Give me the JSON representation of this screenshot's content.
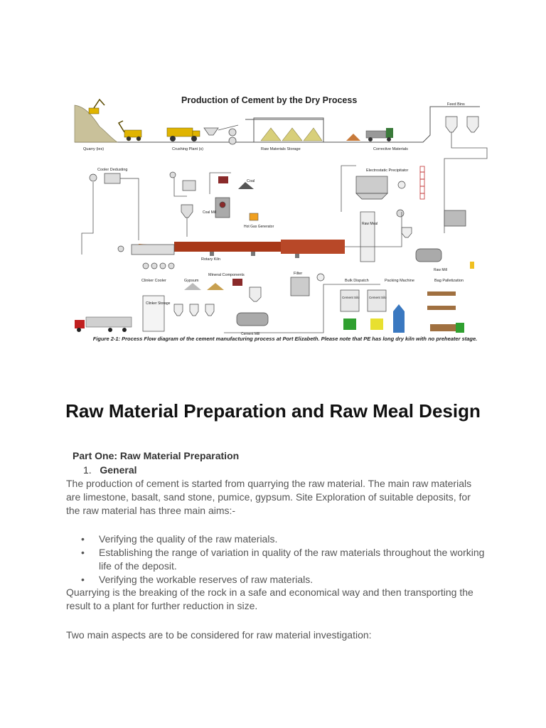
{
  "figure": {
    "title": "Production of Cement by the Dry Process",
    "caption": "Figure 2-1: Process Flow diagram of the cement manufacturing process at Port Elizabeth. Please note that PE has long dry kiln with no preheater stage.",
    "labels": {
      "quarry": "Quarry (ies)",
      "crushing": "Crushing Plant (s)",
      "raw_storage": "Raw Materials Storage",
      "corrective": "Corrective Materials",
      "feed_bins": "Feed Bins",
      "cooler_dedusting": "Cooler Dedusting",
      "coal": "Coal",
      "coal_mill": "Coal Mill",
      "hot_gas": "Hot Gas Generator",
      "esp": "Electrostatic Precipitator",
      "raw_meal": "Raw Meal",
      "rotary_kiln": "Rotary Kiln",
      "raw_mill": "Raw Mill",
      "clinker_cooler": "Clinker Cooler",
      "mineral": "Mineral Components",
      "gypsum": "Gypsum",
      "filter": "Filter",
      "bulk_dispatch": "Bulk Dispatch",
      "packing": "Packing Machine",
      "bag_pallet": "Bag Palletization",
      "clinker_storage": "Clinker Storage",
      "cement_silo": "Cement Silo",
      "cement_mill": "Cement Mill"
    }
  },
  "document": {
    "title": "Raw Material Preparation and Raw Meal Design",
    "part_one": "Part One: Raw Material Preparation",
    "section_num": "1.",
    "section_title": "General",
    "para1": "The production of cement is started from quarrying the raw material. The main raw materials are limestone, basalt, sand stone, pumice, gypsum. Site Exploration of suitable deposits, for the raw material has three main aims:-",
    "bullets": [
      "Verifying the quality of the raw materials.",
      "Establishing the range of variation in quality of the raw materials throughout the working life of the deposit.",
      "Verifying the workable reserves of raw materials."
    ],
    "para2": "Quarrying is the breaking of the rock in a safe and economical way and then transporting the result to a plant for further reduction in size.",
    "para3": "Two main aspects are to be considered for raw material investigation:"
  }
}
